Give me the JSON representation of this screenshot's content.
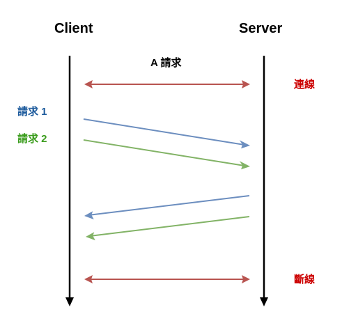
{
  "actors": {
    "client": "Client",
    "server": "Server"
  },
  "labels": {
    "a_request": "A 請求",
    "request_1": "請求 1",
    "request_2": "請求 2",
    "connect": "連線",
    "disconnect": "斷線"
  },
  "messages": [
    {
      "name": "connection",
      "from": "both",
      "label": "連線"
    },
    {
      "name": "request-1",
      "from": "client",
      "to": "server",
      "label": "請求 1"
    },
    {
      "name": "request-2",
      "from": "client",
      "to": "server",
      "label": "請求 2"
    },
    {
      "name": "response-1",
      "from": "server",
      "to": "client"
    },
    {
      "name": "response-2",
      "from": "server",
      "to": "client"
    },
    {
      "name": "disconnection",
      "from": "both",
      "label": "斷線"
    }
  ],
  "colors": {
    "lifeline": "#000000",
    "connection": "#b85450",
    "request_1": "#6c8ebf",
    "request_2": "#82b366",
    "label_connection": "#cc0000",
    "label_request_1": "#1c5a9c",
    "label_request_2": "#3a9c1c"
  }
}
